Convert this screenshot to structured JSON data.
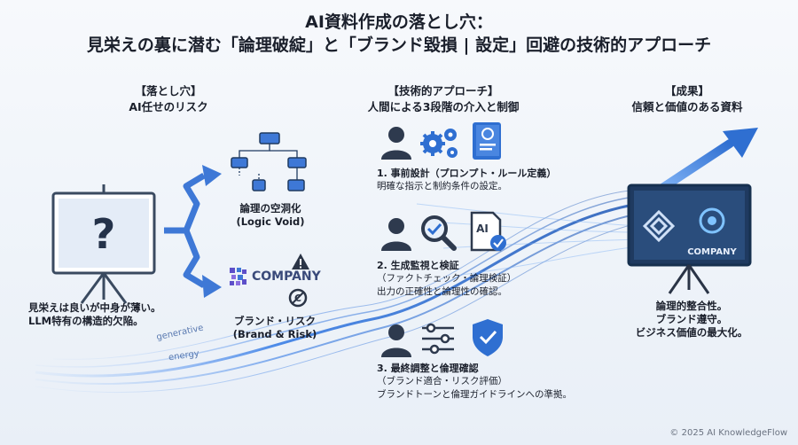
{
  "header": {
    "title_line1": "AI資料作成の落とし穴：",
    "title_line2": "見栄えの裏に潜む「論理破綻」と「ブランド毀損 | 設定」回避の技術的アプローチ"
  },
  "left": {
    "heading_line1": "【落とし穴】",
    "heading_line2": "AI任せのリスク",
    "board_caption_line1": "見栄えは良いが中身が薄い。",
    "board_caption_line2": "LLM特有の構造的欠陥。",
    "risk1_line1": "論理の空洞化",
    "risk1_line2": "(Logic Void)",
    "risk2_logo": "COMPANY",
    "risk2_line1": "ブランド・リスク",
    "risk2_line2": "(Brand & Risk)",
    "wave_label1": "generative",
    "wave_label2": "energy"
  },
  "middle": {
    "heading_line1": "【技術的アプローチ】",
    "heading_line2": "人間による3段階の介入と制御",
    "steps": [
      {
        "title": "1. 事前設計（プロンプト・ルール定義）",
        "desc": "明確な指示と制約条件の設定。"
      },
      {
        "title": "2. 生成監視と検証",
        "sub": "（ファクトチェック・論理検証）",
        "desc": "出力の正確性と論理性の確認。"
      },
      {
        "title": "3. 最終調整と倫理確認",
        "sub": "（ブランド適合・リスク評価）",
        "desc": "ブランドトーンと倫理ガイドラインへの準拠。"
      }
    ],
    "doc_label": "AI"
  },
  "right": {
    "heading_line1": "【成果】",
    "heading_line2": "信頼と価値のある資料",
    "board_logo": "COMPANY",
    "caption_line1": "論理的整合性。",
    "caption_line2": "ブランド遵守。",
    "caption_line3": "ビジネス価値の最大化。"
  },
  "footer": {
    "copyright": "© 2025 AI KnowledgeFlow"
  },
  "colors": {
    "accent": "#2f6fd1",
    "dark": "#1f3a60",
    "glow": "#5aa0ff"
  }
}
